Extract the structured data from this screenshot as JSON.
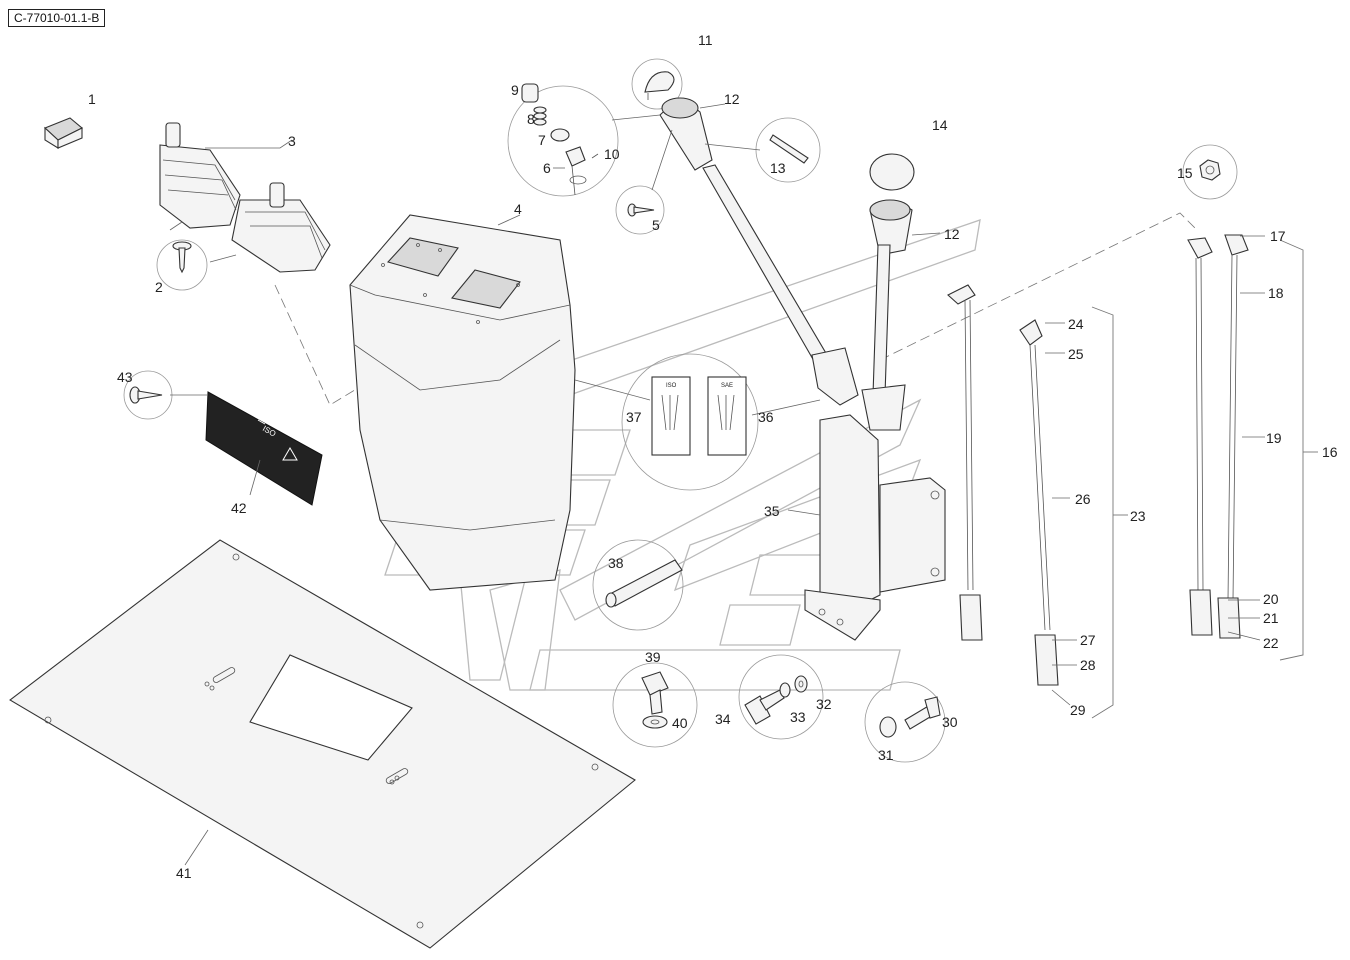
{
  "document": {
    "id": "C-77010-01.1-B"
  },
  "labels": {
    "n1": "1",
    "n2": "2",
    "n3": "3",
    "n4": "4",
    "n5": "5",
    "n6": "6",
    "n7": "7",
    "n8": "8",
    "n9": "9",
    "n10": "10",
    "n11": "11",
    "n12a": "12",
    "n12b": "12",
    "n13": "13",
    "n14": "14",
    "n15": "15",
    "n16": "16",
    "n17": "17",
    "n18": "18",
    "n19": "19",
    "n20": "20",
    "n21": "21",
    "n22": "22",
    "n23": "23",
    "n24": "24",
    "n25": "25",
    "n26": "26",
    "n27": "27",
    "n28": "28",
    "n29": "29",
    "n30": "30",
    "n31": "31",
    "n32": "32",
    "n33": "33",
    "n34": "34",
    "n35": "35",
    "n36": "36",
    "n37": "37",
    "n38": "38",
    "n39": "39",
    "n40": "40",
    "n41": "41",
    "n42": "42",
    "n43": "43"
  },
  "decal_text": {
    "iso_card": "ISO",
    "sae_card": "SAE",
    "label_iso": "ISO"
  },
  "colors": {
    "line": "#333333",
    "fill": "#f4f4f4",
    "watermark": "#bbbbbb"
  }
}
